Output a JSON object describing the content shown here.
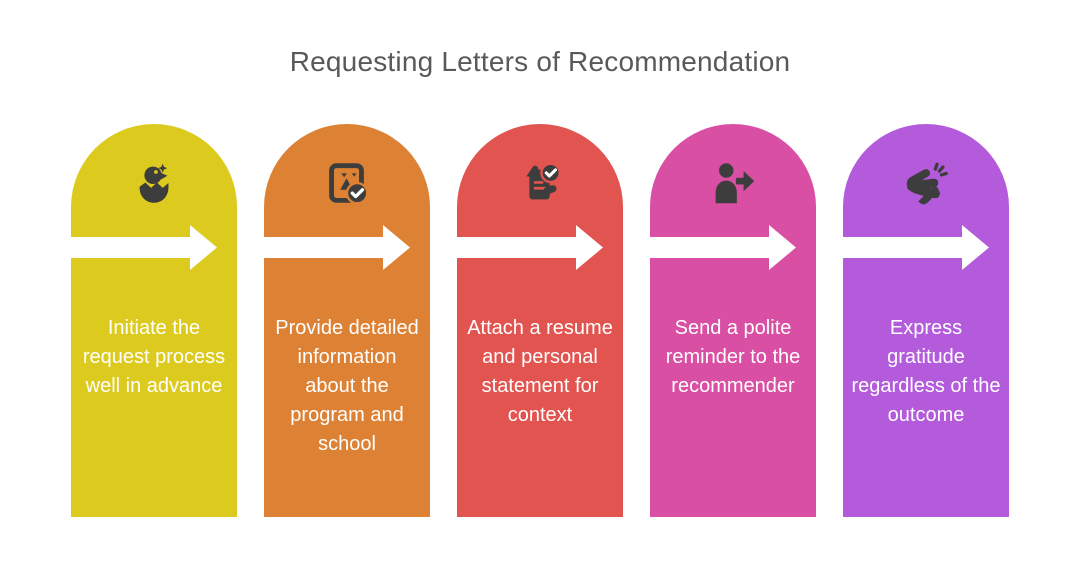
{
  "title": "Requesting Letters of Recommendation",
  "colors": {
    "background": "#ffffff",
    "title_text": "#58595b",
    "icon": "#3d3d3d",
    "arrow": "#ffffff",
    "step_text": "#ffffff"
  },
  "steps": [
    {
      "label": "Initiate the request process well in advance",
      "icon": "hatching-egg-icon",
      "color": "#ddca1e"
    },
    {
      "label": "Provide detailed information about the program and school",
      "icon": "document-check-icon",
      "color": "#dd8134"
    },
    {
      "label": "Attach a resume and personal statement for context",
      "icon": "checklist-hands-icon",
      "color": "#e25450"
    },
    {
      "label": "Send a polite reminder to the recommender",
      "icon": "person-forward-icon",
      "color": "#d94fa3"
    },
    {
      "label": "Express gratitude regardless of the outcome",
      "icon": "clapping-hands-icon",
      "color": "#b35bdb"
    }
  ]
}
